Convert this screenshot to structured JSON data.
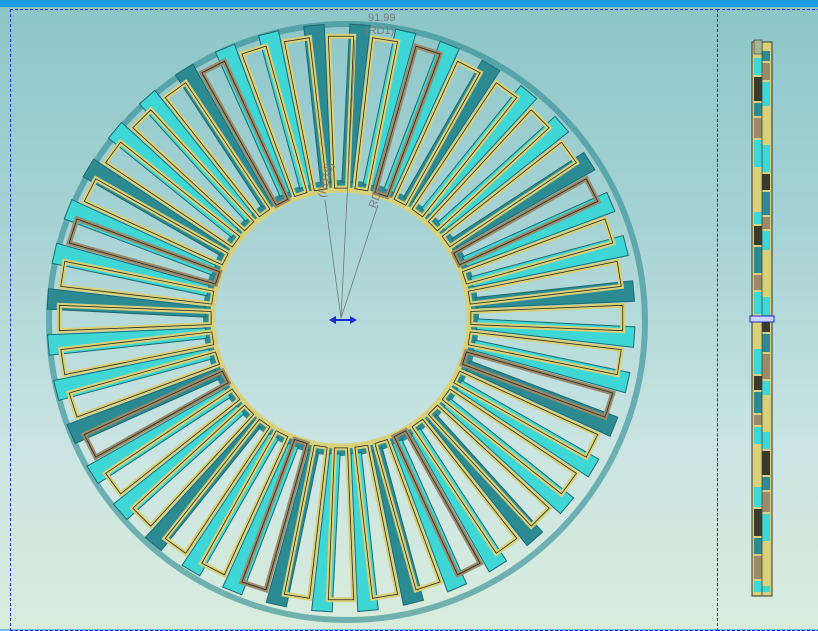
{
  "view": {
    "annotations": {
      "top_value": "91.99",
      "top_ref": "(RD1)",
      "center_ref_a": "(RD16)",
      "center_ref_b": "RD5"
    }
  },
  "colors": {
    "blade_gold": "#d9d07a",
    "blade_tan": "#9a8a6a",
    "blade_cyan": "#3fd6d6",
    "blade_teal": "#2c8a92",
    "frame_dashed": "#1f2fd0",
    "origin_marker": "#1d2bd6"
  },
  "ring": {
    "blade_count": 40
  }
}
